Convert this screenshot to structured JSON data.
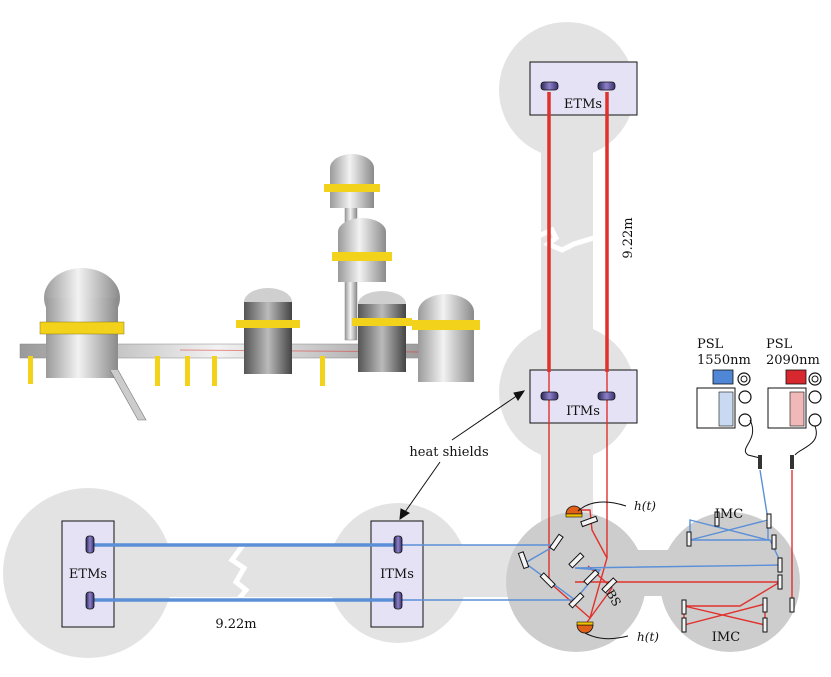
{
  "labels": {
    "etms_top": "ETMs",
    "itms_top": "ITMs",
    "etms_left": "ETMs",
    "itms_left": "ITMs",
    "arm_length_vertical": "9.22m",
    "arm_length_horizontal": "9.22m",
    "heat_shields": "heat shields",
    "bs": "BS",
    "imc_upper": "IMC",
    "imc_lower": "IMC",
    "readout_upper": "h(t)",
    "readout_lower": "h(t)",
    "psl_blue_name": "PSL",
    "psl_blue_wavelength": "1550nm",
    "psl_red_name": "PSL",
    "psl_red_wavelength": "2090nm"
  },
  "colors": {
    "vacuum": "#e3e3e3",
    "vacuum_dark": "#cdcdcd",
    "chamber_box": "#e4e2f4",
    "beam_blue": "#5b8fd8",
    "beam_red": "#e0312c",
    "structure_yellow": "#f2d21a"
  }
}
